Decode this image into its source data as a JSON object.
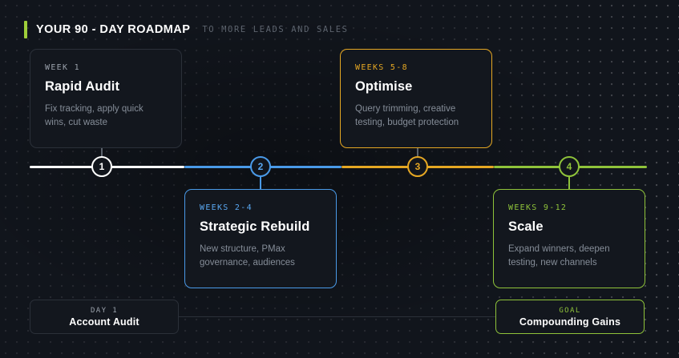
{
  "header": {
    "title": "YOUR 90 - DAY ROADMAP",
    "subtitle": "TO MORE LEADS AND SALES",
    "accent_color": "#9fcf3a"
  },
  "timeline": {
    "nodes": [
      {
        "label": "1",
        "color": "#ffffff"
      },
      {
        "label": "2",
        "color": "#4a9ae8"
      },
      {
        "label": "3",
        "color": "#e5a723"
      },
      {
        "label": "4",
        "color": "#8fc33a"
      }
    ]
  },
  "phases": [
    {
      "eyebrow": "WEEK 1",
      "title": "Rapid Audit",
      "description": "Fix tracking, apply quick wins, cut waste",
      "color": "#2b3039",
      "position": "top"
    },
    {
      "eyebrow": "WEEKS 2-4",
      "title": "Strategic Rebuild",
      "description": "New structure, PMax governance, audiences",
      "color": "#4a9ae8",
      "position": "bottom"
    },
    {
      "eyebrow": "WEEKS 5-8",
      "title": "Optimise",
      "description": "Query trimming, creative testing, budget protection",
      "color": "#e5a723",
      "position": "top"
    },
    {
      "eyebrow": "WEEKS 9-12",
      "title": "Scale",
      "description": "Expand winners, deepen testing, new channels",
      "color": "#8fc33a",
      "position": "bottom"
    }
  ],
  "endpoints": {
    "start": {
      "eyebrow": "DAY 1",
      "title": "Account Audit"
    },
    "goal": {
      "eyebrow": "GOAL",
      "title": "Compounding Gains"
    }
  }
}
